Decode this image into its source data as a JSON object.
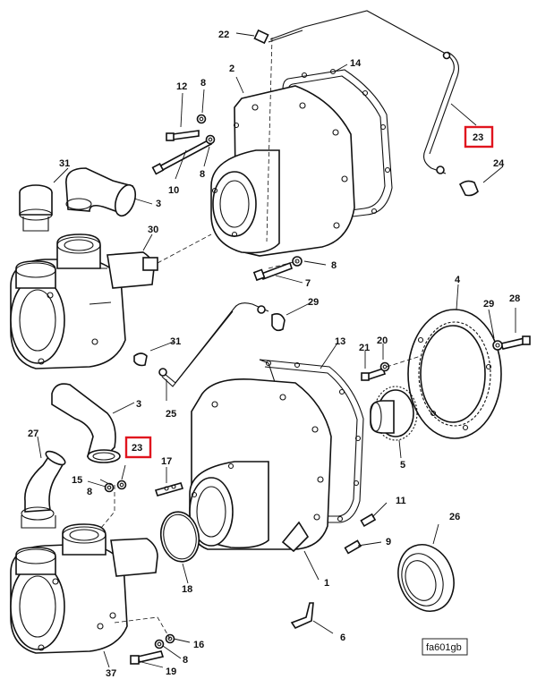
{
  "figure_id": "fa601gb",
  "highlight_color": "#e0141e",
  "callouts": {
    "c1": "1",
    "c2": "2",
    "c3a": "3",
    "c3b": "3",
    "c4": "4",
    "c5": "5",
    "c6": "6",
    "c7": "7",
    "c8a": "8",
    "c8b": "8",
    "c8c": "8",
    "c8d": "8",
    "c9": "9",
    "c10": "10",
    "c11": "11",
    "c12": "12",
    "c13": "13",
    "c14": "14",
    "c15": "15",
    "c16": "16",
    "c17": "17",
    "c18": "18",
    "c19": "19",
    "c20": "20",
    "c21": "21",
    "c22": "22",
    "c23a": "23",
    "c23b": "23",
    "c24": "24",
    "c25": "25",
    "c26": "26",
    "c27": "27",
    "c28": "28",
    "c29a": "29",
    "c29b": "29",
    "c30": "30",
    "c31a": "31",
    "c31b": "31",
    "c37": "37"
  }
}
